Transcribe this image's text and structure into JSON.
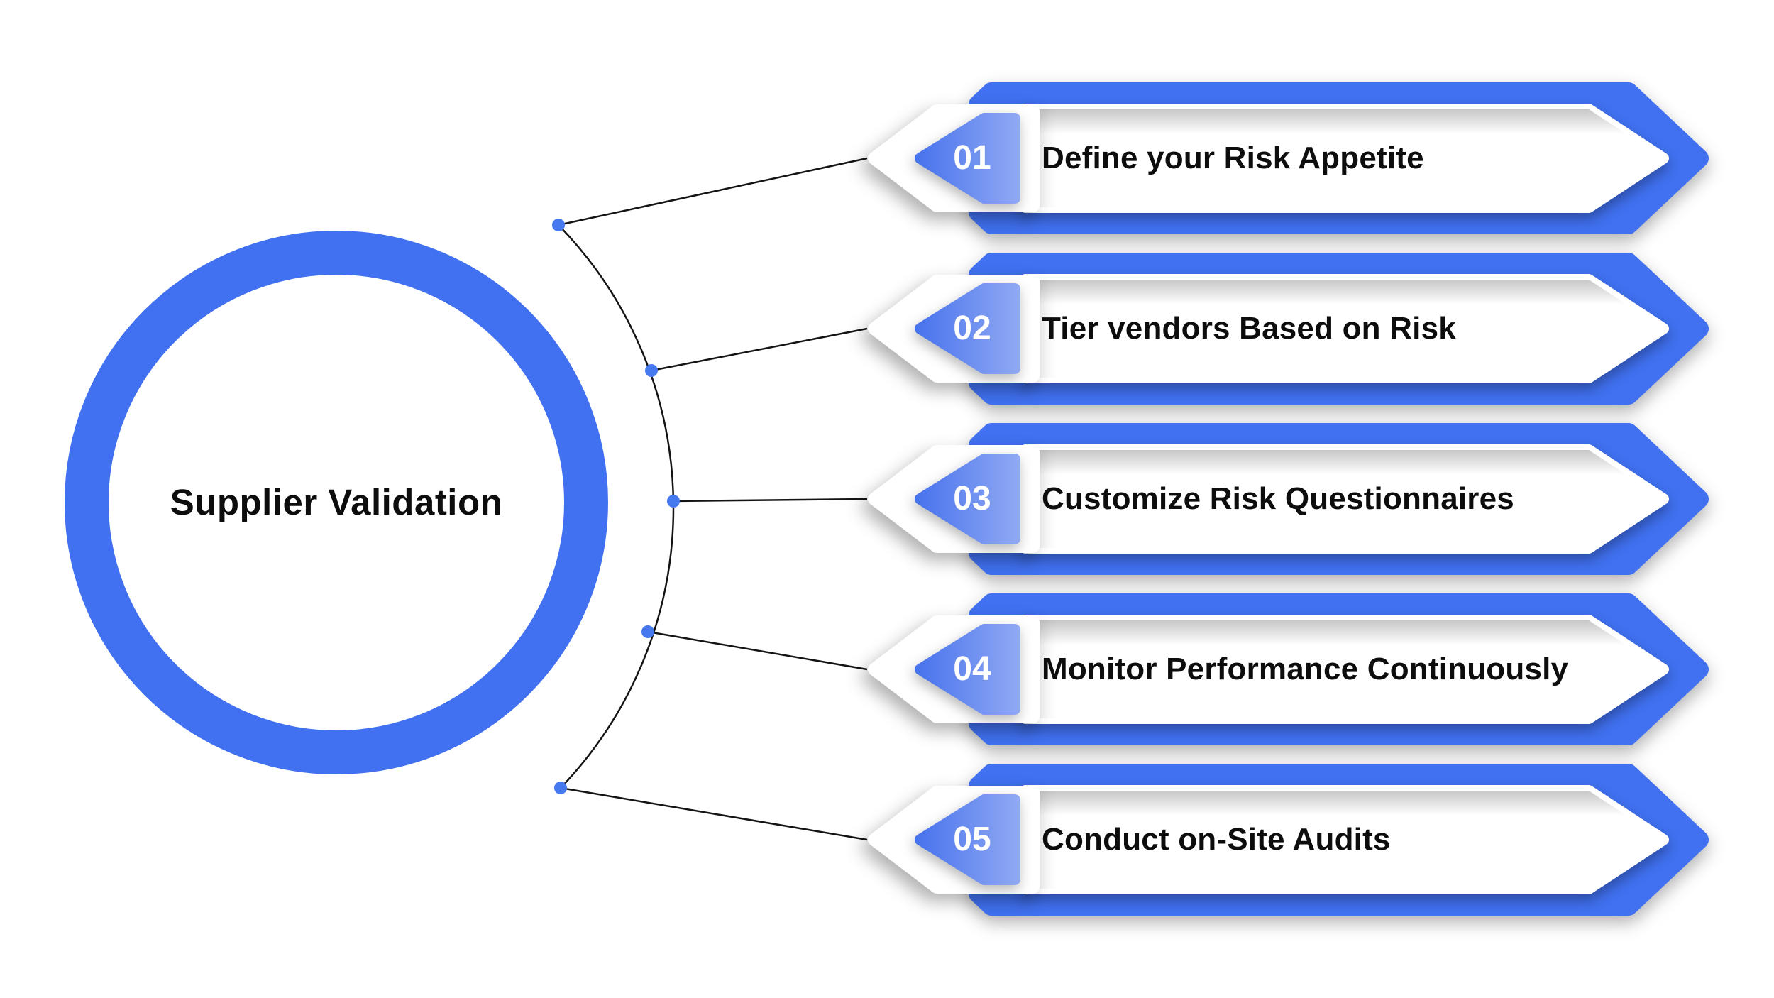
{
  "diagram_title": "Supplier Validation",
  "center_circle": {
    "label": "Supplier Validation"
  },
  "steps": [
    {
      "number": "01",
      "label": "Define your Risk Appetite"
    },
    {
      "number": "02",
      "label": "Tier vendors Based on Risk"
    },
    {
      "number": "03",
      "label": "Customize Risk Questionnaires"
    },
    {
      "number": "04",
      "label": "Monitor Performance Continuously"
    },
    {
      "number": "05",
      "label": "Conduct on-Site Audits"
    }
  ],
  "colors": {
    "primary_blue": "#4171F1",
    "badge_gradient_start": "#4470EC",
    "badge_gradient_end": "#93ABF4",
    "dot_blue": "#4678F0",
    "connector_line": "#141414",
    "title_text": "#0D0D0D",
    "number_text": "#FFFFFF",
    "background": "#FFFFFF"
  }
}
